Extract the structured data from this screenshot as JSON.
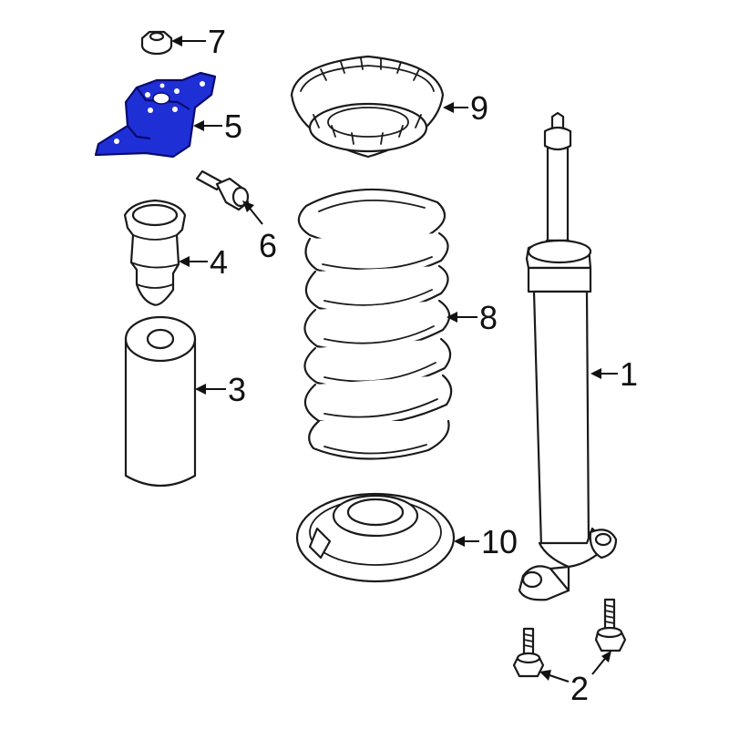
{
  "colors": {
    "background": "#ffffff",
    "line": "#1a1a1a",
    "highlight_fill": "#1f2fd6",
    "highlight_dark": "#0a0a6e"
  },
  "highlighted_part": "5",
  "callouts": {
    "c1": "1",
    "c2": "2",
    "c3": "3",
    "c4": "4",
    "c5": "5",
    "c6": "6",
    "c7": "7",
    "c8": "8",
    "c9": "9",
    "c10": "10"
  }
}
